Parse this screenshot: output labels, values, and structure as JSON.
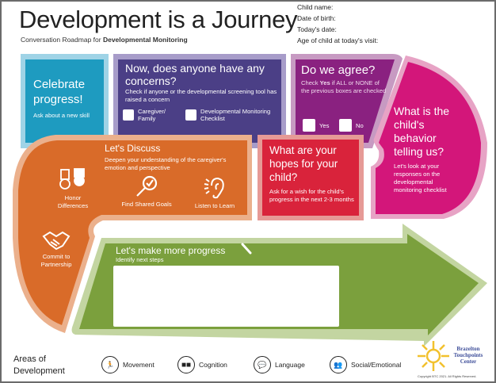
{
  "header": {
    "title": "Development is a Journey",
    "subtitle_prefix": "Conversation Roadmap for ",
    "subtitle_bold": "Developmental Monitoring"
  },
  "fields": [
    "Child name:",
    "Date of birth:",
    "Today's date:",
    "Age of child at today's visit:"
  ],
  "celebrate": {
    "title": "Celebrate progress!",
    "text": "Ask about a new skill"
  },
  "concerns": {
    "title": "Now, does anyone have any concerns?",
    "text": "Check if anyone or the developmental screening tool has raised a concern",
    "options": [
      "Caregiver/ Family",
      "Developmental Monitoring Checklist"
    ]
  },
  "agree": {
    "title": "Do we agree?",
    "text_pre": "Check ",
    "text_bold": "Yes",
    "text_post": " if ALL or NONE of the previous boxes are checked",
    "options": [
      "Yes",
      "No"
    ]
  },
  "behavior": {
    "title": "What is the child's behavior telling us?",
    "text": "Let's look at your responses on the developmental monitoring checklist"
  },
  "discuss": {
    "title": "Let's Discuss",
    "text": "Deepen your understanding of the caregiver's emotion and perspective",
    "items": [
      "Honor Differences",
      "Find Shared Goals",
      "Listen to Learn",
      "Commit to Partnership"
    ]
  },
  "hopes": {
    "title": "What are your hopes for your child?",
    "text": "Ask for a wish for the child's progress in the next 2-3 months"
  },
  "progress": {
    "title": "Let's make more progress",
    "text": "Identify next steps",
    "notes": ""
  },
  "areas": {
    "label": "Areas of Development",
    "items": [
      "Movement",
      "Cognition",
      "Language",
      "Social/Emotional"
    ]
  },
  "logo": {
    "text": "Brazelton Touchpoints Center",
    "copyright": "Copyright BTC 2021. All Rights Reserved."
  },
  "colors": {
    "blue": "#1e9bc0",
    "purple": "#4b3f86",
    "plum": "#8a2180",
    "magenta": "#d3167a",
    "orange": "#d96b29",
    "red": "#d9233b",
    "green": "#7ba03d"
  }
}
